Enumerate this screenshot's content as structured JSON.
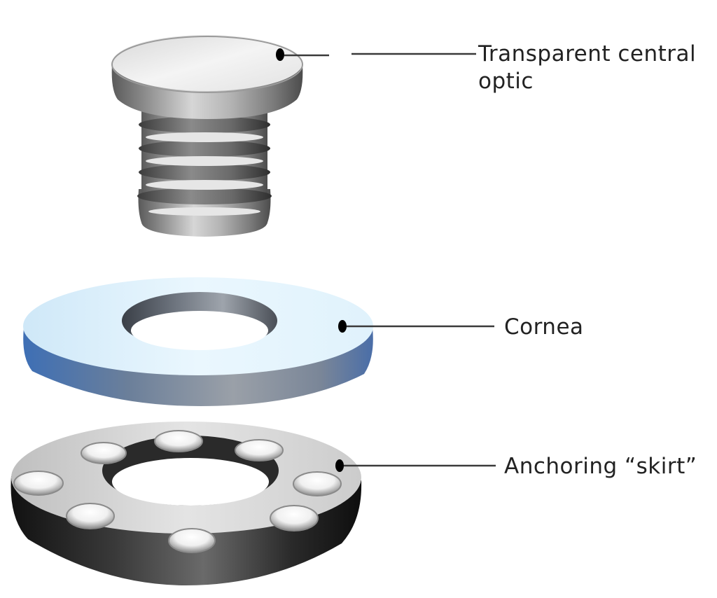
{
  "labels": {
    "optic_line1": "Transparent central",
    "optic_line2": "optic",
    "cornea": "Cornea",
    "skirt": "Anchoring “skirt”"
  },
  "colors": {
    "cornea_top": "#e4f4fd",
    "cornea_rim": "#4f7fc1",
    "optic_metal": "#bdbdbd",
    "skirt_base": "#1a1a1a",
    "leader_line": "#3a3a3a"
  }
}
